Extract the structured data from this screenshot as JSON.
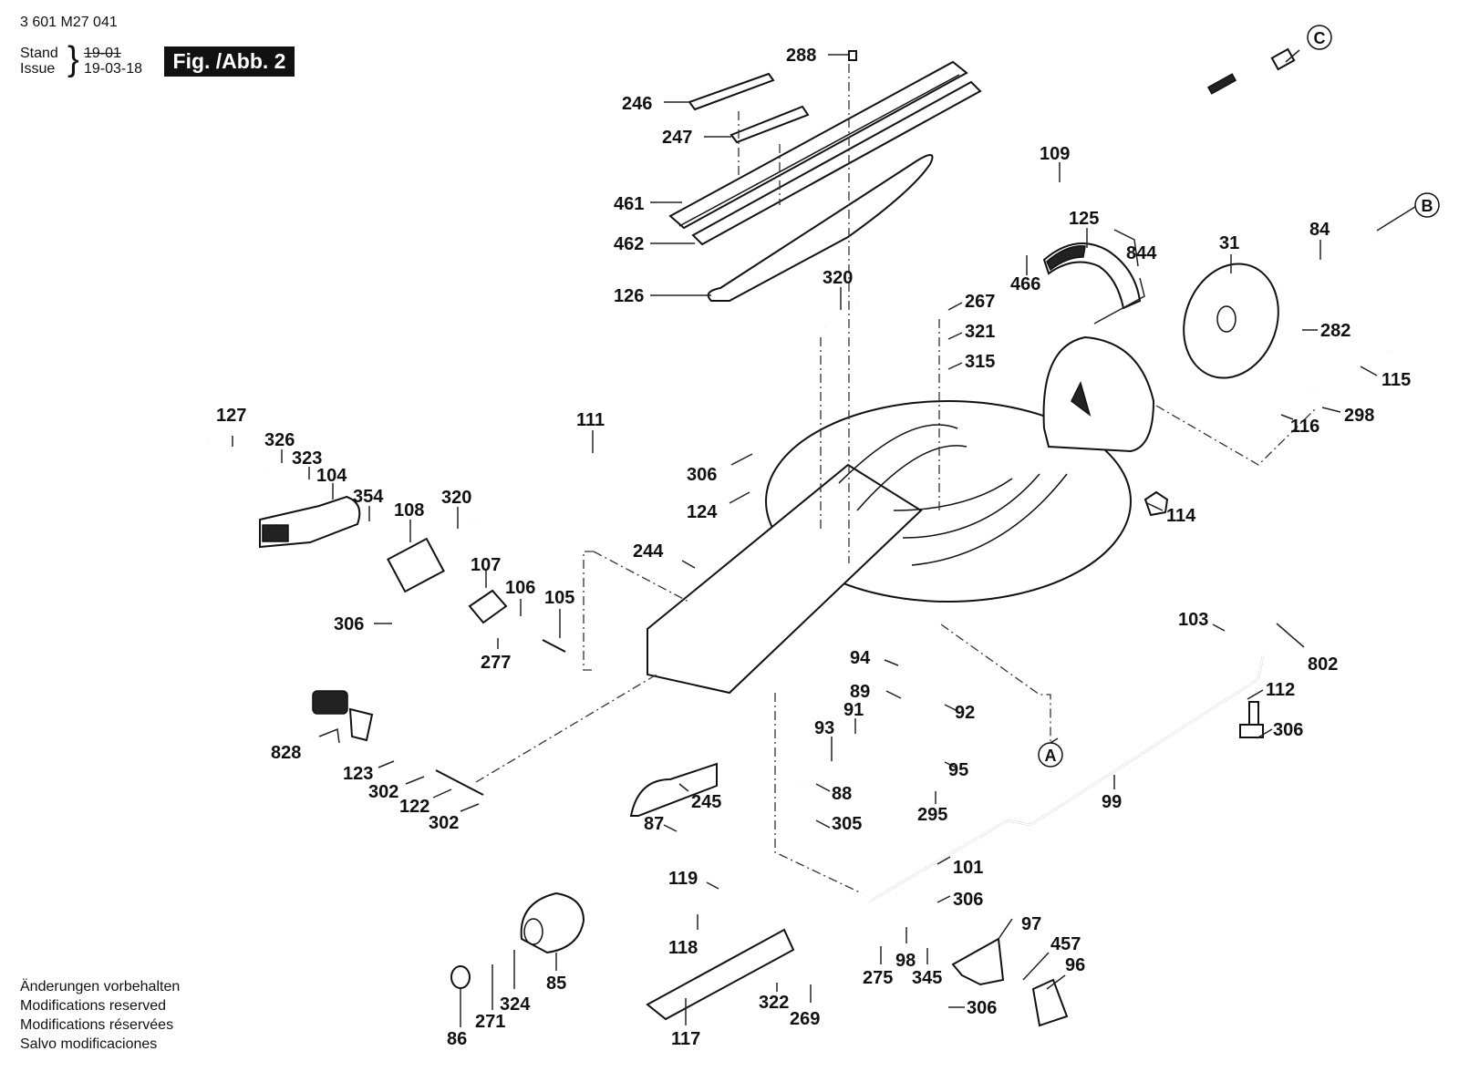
{
  "header": {
    "part_number": "3 601 M27 041",
    "stand_label": "Stand",
    "issue_label": "Issue",
    "old_date": "19-01",
    "issue_date": "19-03-18",
    "figure_label": "Fig. /Abb. 2"
  },
  "footer": {
    "lines": [
      "Änderungen vorbehalten",
      "Modifications reserved",
      "Modifications réservées",
      "Salvo modificaciones"
    ]
  },
  "reference_markers": [
    "A",
    "B",
    "C"
  ],
  "part_labels": [
    "288",
    "246",
    "247",
    "461",
    "462",
    "126",
    "109",
    "125",
    "844",
    "466",
    "31",
    "84",
    "282",
    "115",
    "298",
    "116",
    "320",
    "267",
    "321",
    "315",
    "111",
    "127",
    "326",
    "323",
    "104",
    "354",
    "108",
    "320",
    "306",
    "124",
    "244",
    "107",
    "106",
    "105",
    "306",
    "277",
    "114",
    "103",
    "802",
    "112",
    "306",
    "94",
    "89",
    "92",
    "93",
    "91",
    "95",
    "88",
    "295",
    "305",
    "828",
    "123",
    "302",
    "122",
    "302",
    "245",
    "87",
    "99",
    "101",
    "306",
    "119",
    "118",
    "97",
    "457",
    "96",
    "98",
    "275",
    "345",
    "306",
    "85",
    "324",
    "271",
    "86",
    "117",
    "322",
    "269"
  ]
}
